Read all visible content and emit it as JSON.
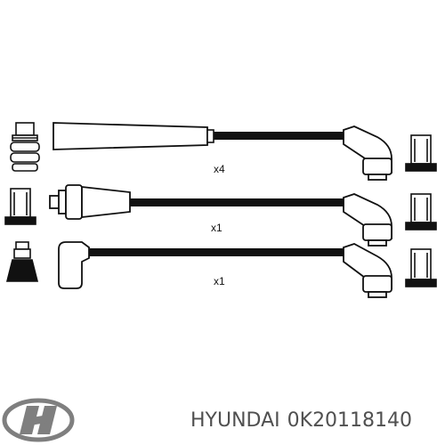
{
  "diagram": {
    "rows": [
      {
        "quantity": "x4"
      },
      {
        "quantity": "x1"
      },
      {
        "quantity": "x1"
      }
    ]
  },
  "caption": {
    "brand": "HYUNDAI",
    "part_number": "0K20118140"
  },
  "icons": {
    "logo": "hyundai-logo-icon"
  },
  "colors": {
    "ink": "#111111",
    "caption": "#505050",
    "background": "#ffffff"
  }
}
